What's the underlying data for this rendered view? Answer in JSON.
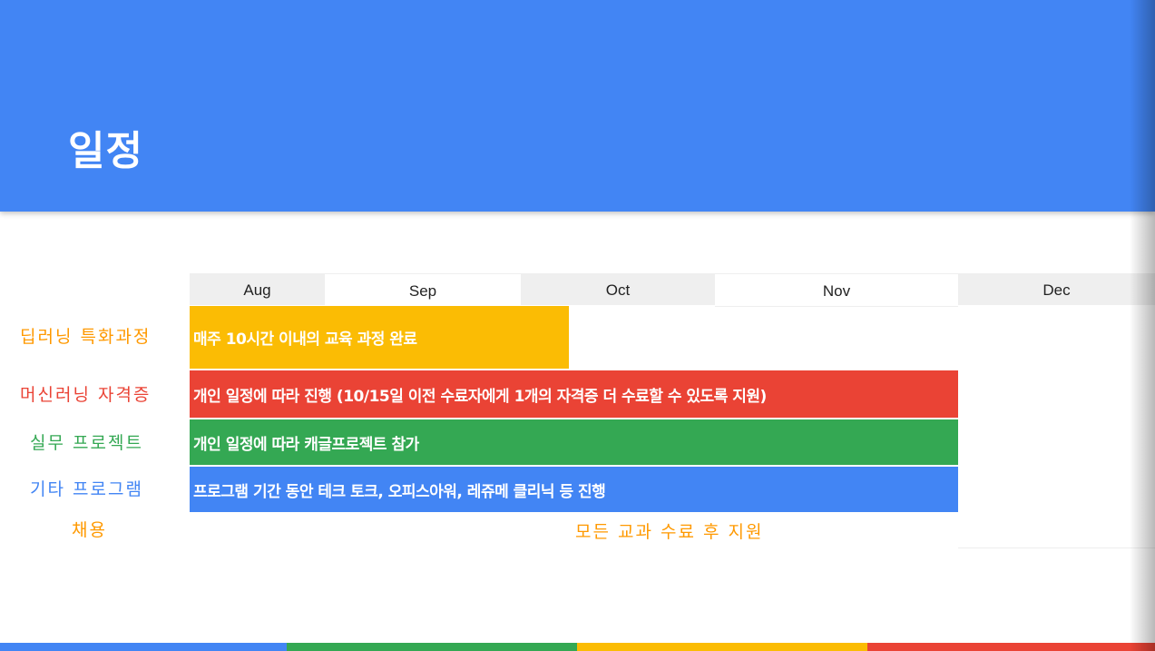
{
  "title": "일정",
  "months": [
    "Aug",
    "Sep",
    "Oct",
    "Nov",
    "Dec"
  ],
  "rows": [
    {
      "label": "딥러닝 특화과정",
      "label_color": "#ff9900",
      "bar_text": "매주 10시간 이내의 교육 과정 완료",
      "bar_color": "#fbbc04"
    },
    {
      "label": "머신러닝 자격증",
      "label_color": "#ea4335",
      "bar_text": "개인 일정에 따라 진행 (10/15일 이전 수료자에게 1개의 자격증 더 수료할 수 있도록 지원)",
      "bar_color": "#ea4335"
    },
    {
      "label": "실무 프로젝트",
      "label_color": "#34a853",
      "bar_text": "개인 일정에 따라 캐글프로젝트 참가",
      "bar_color": "#34a853"
    },
    {
      "label": "기타 프로그램",
      "label_color": "#4285f4",
      "bar_text": "프로그램 기간 동안 테크 토크, 오피스아워, 레쥬메 클리닉 등 진행",
      "bar_color": "#4285f4"
    },
    {
      "label": "채용",
      "label_color": "#ff9900"
    }
  ],
  "hiring_note": "모든 교과 수료 후 지원",
  "footer_colors": [
    "#4285f4",
    "#34a853",
    "#fbbc04",
    "#ea4335"
  ]
}
